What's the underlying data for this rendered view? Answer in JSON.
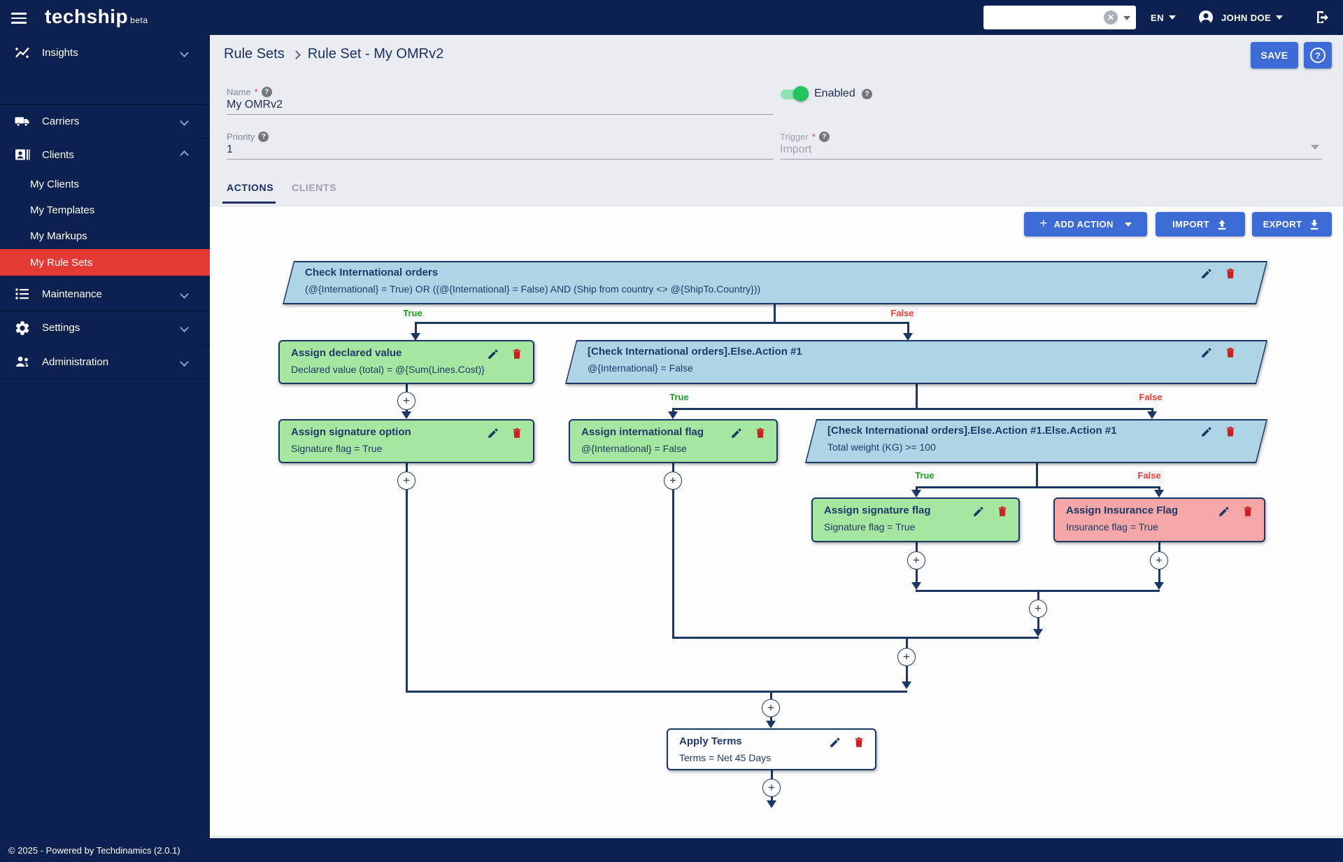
{
  "topbar": {
    "brand": "techship",
    "brand_beta": "beta",
    "search_value": "",
    "language": "EN",
    "user_name": "JOHN DOE"
  },
  "sidebar": {
    "items": [
      {
        "label": "Insights"
      },
      {
        "label": "Carriers"
      },
      {
        "label": "Clients"
      },
      {
        "label": "Maintenance"
      },
      {
        "label": "Settings"
      },
      {
        "label": "Administration"
      }
    ],
    "client_subitems": [
      {
        "label": "My Clients"
      },
      {
        "label": "My Templates"
      },
      {
        "label": "My Markups"
      },
      {
        "label": "My Rule Sets"
      }
    ]
  },
  "header": {
    "breadcrumb_root": "Rule Sets",
    "breadcrumb_current": "Rule Set - My OMRv2",
    "save_label": "SAVE",
    "help_label": "?"
  },
  "form": {
    "name_label": "Name",
    "name_required": "*",
    "name_value": "My OMRv2",
    "enabled_label": "Enabled",
    "priority_label": "Priority",
    "priority_value": "1",
    "trigger_label": "Trigger",
    "trigger_required": "*",
    "trigger_value": "Import"
  },
  "tabs": {
    "actions": "ACTIONS",
    "clients": "CLIENTS"
  },
  "toolbar": {
    "add_action": "ADD ACTION",
    "import": "IMPORT",
    "export": "EXPORT"
  },
  "flow": {
    "plus": "+",
    "labels": {
      "true": "True",
      "false": "False"
    },
    "nodes": [
      {
        "type": "condition",
        "title": "Check International orders",
        "subtitle": "(@{International} = True) OR ((@{International} = False) AND (Ship from country <> @{ShipTo.Country}))"
      },
      {
        "type": "action-green",
        "title": "Assign declared value",
        "subtitle": "Declared value (total) = @{Sum(Lines.Cost)}"
      },
      {
        "type": "condition",
        "title": "[Check International orders].Else.Action #1",
        "subtitle": "@{International} = False"
      },
      {
        "type": "action-green",
        "title": "Assign signature option",
        "subtitle": "Signature flag = True"
      },
      {
        "type": "action-green",
        "title": "Assign international flag",
        "subtitle": "@{International} = False"
      },
      {
        "type": "condition",
        "title": "[Check International orders].Else.Action #1.Else.Action #1",
        "subtitle": "Total weight (KG) >= 100"
      },
      {
        "type": "action-green",
        "title": "Assign signature flag",
        "subtitle": "Signature flag = True"
      },
      {
        "type": "action-red",
        "title": "Assign Insurance Flag",
        "subtitle": "Insurance flag = True"
      },
      {
        "type": "action-plain",
        "title": "Apply Terms",
        "subtitle": "Terms = Net 45 Days"
      }
    ]
  },
  "footer": {
    "copyright": "© 2025 - Powered by Techdinamics (2.0.1)"
  },
  "colors": {
    "navy": "#0d2150",
    "accent_blue": "#3d6bd5",
    "active_red": "#e53935",
    "condition_fill": "#aed4e6",
    "action_green": "#a5e7a0",
    "action_red": "#f4a7a6",
    "node_plain": "#ffffff",
    "true_green": "#1e9e1e",
    "false_red": "#f43b31",
    "line_navy": "#1b3764"
  }
}
